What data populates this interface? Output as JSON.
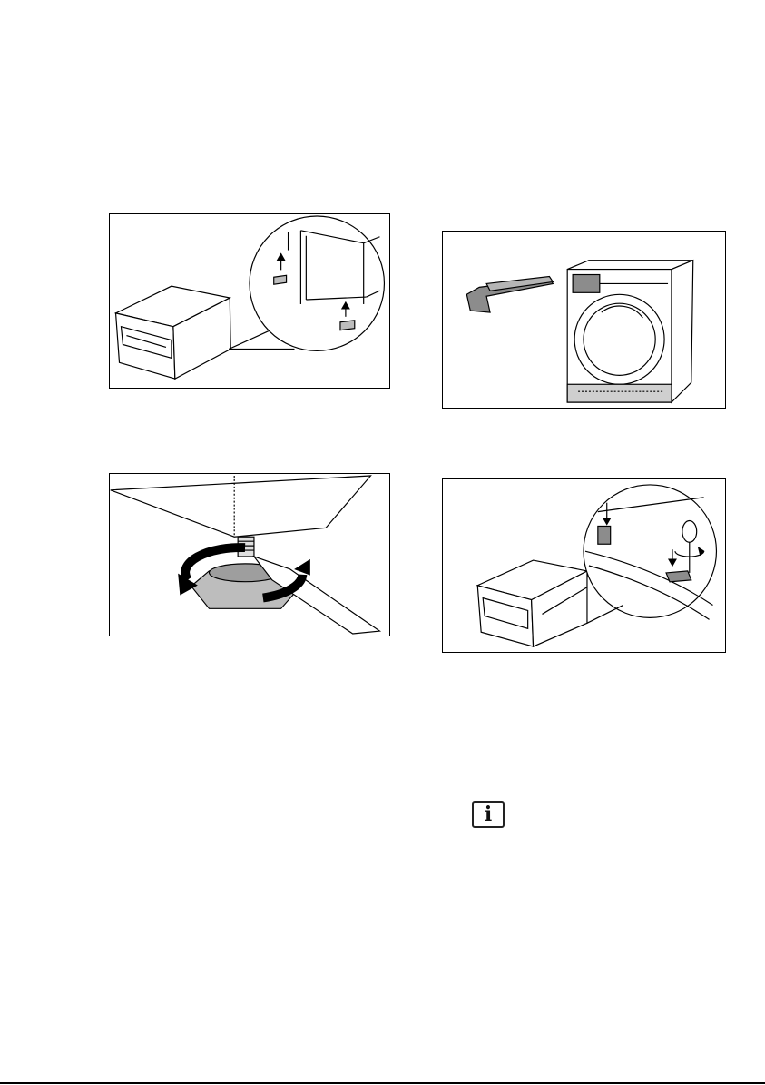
{
  "page": {
    "figures": [
      {
        "id": "fig1",
        "subject": "pedestal-mounting-feet-detail"
      },
      {
        "id": "fig2",
        "subject": "dryer-with-drawer-removed"
      },
      {
        "id": "fig3",
        "subject": "adjusting-foot-with-wrench"
      },
      {
        "id": "fig4",
        "subject": "pedestal-fixing-screws-detail"
      }
    ],
    "note_icon": {
      "glyph": "i",
      "name": "info-icon"
    }
  },
  "colors": {
    "line": "#000000",
    "fill_grey": "#bdbdbd",
    "dark_grey": "#707070"
  }
}
